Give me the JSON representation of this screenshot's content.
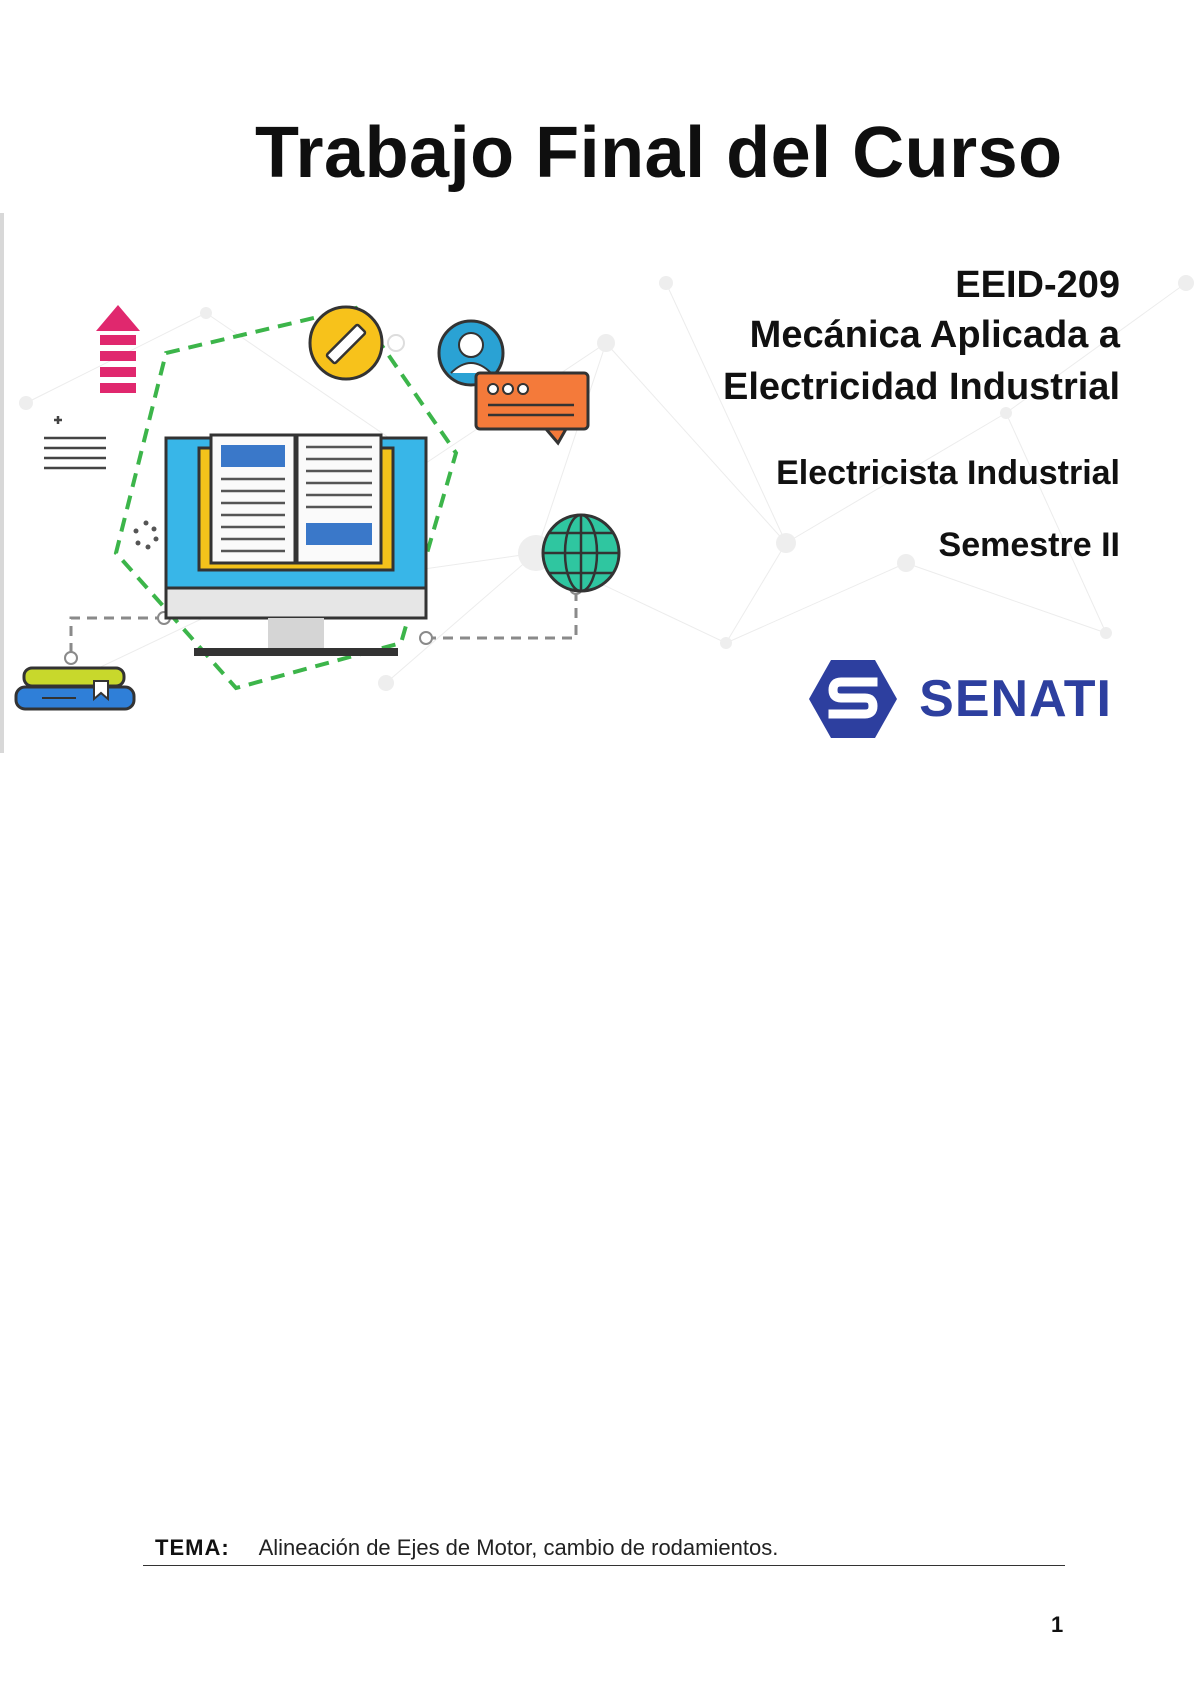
{
  "title": "Trabajo Final del Curso",
  "course": {
    "code": "EEID-209",
    "name_line1": "Mecánica Aplicada a",
    "name_line2": "Electricidad Industrial",
    "career": "Electricista Industrial",
    "semester": "Semestre II"
  },
  "logo": {
    "text": "SENATI",
    "color": "#2d3f9f"
  },
  "tema": {
    "label": "TEMA:",
    "value": "Alineación de Ejes de Motor, cambio de rodamientos."
  },
  "page_number": "1",
  "icons": [
    "arrow-up-icon",
    "pencil-icon",
    "user-icon",
    "chat-bubble-icon",
    "document-lines-icon",
    "monitor-icon",
    "open-book-icon",
    "globe-icon",
    "books-stack-icon",
    "loading-icon"
  ]
}
